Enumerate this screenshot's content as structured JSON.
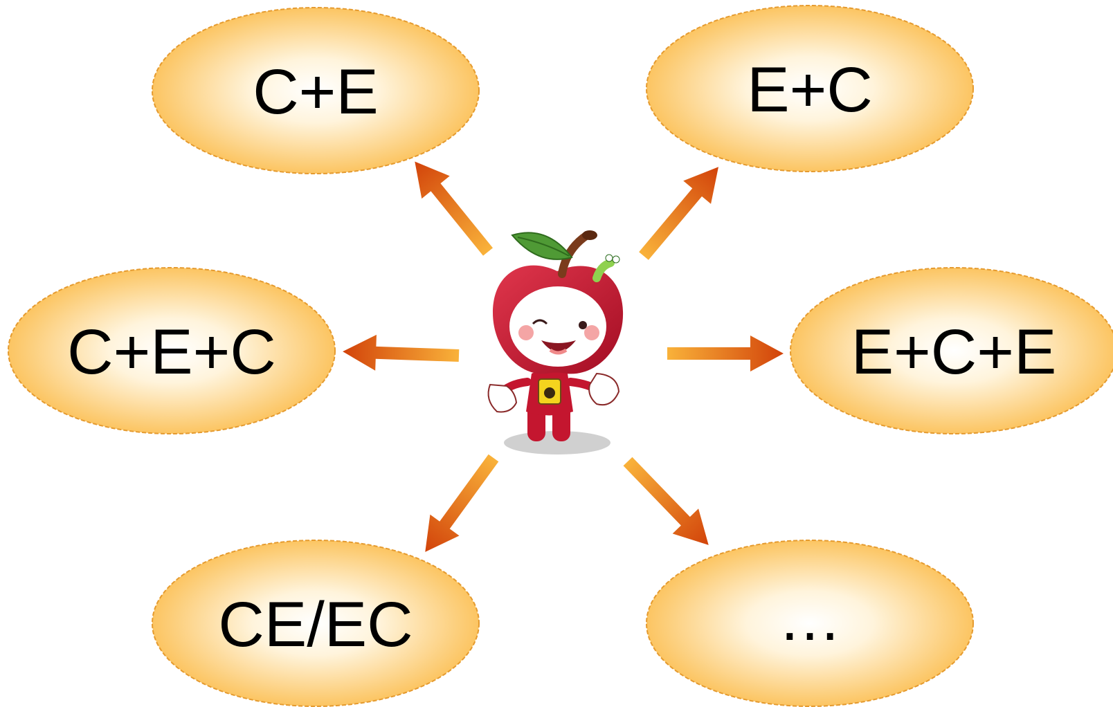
{
  "nodes": [
    {
      "id": "c-plus-e",
      "label": "C+E"
    },
    {
      "id": "e-plus-c",
      "label": "E+C"
    },
    {
      "id": "c-plus-e-plus-c",
      "label": "C+E+C"
    },
    {
      "id": "e-plus-c-plus-e",
      "label": "E+C+E"
    },
    {
      "id": "ce-ec",
      "label": "CE/EC"
    },
    {
      "id": "more",
      "label": "…"
    }
  ],
  "center": {
    "icon": "apple-mascot-icon"
  },
  "colors": {
    "bubble_center": "#ffffff",
    "bubble_edge": "#fbc25a",
    "bubble_outline": "#f2a33a",
    "arrow_light": "#f7a531",
    "arrow_dark": "#d84b09",
    "apple_red": "#c4162f",
    "leaf_green": "#4f9a35"
  }
}
